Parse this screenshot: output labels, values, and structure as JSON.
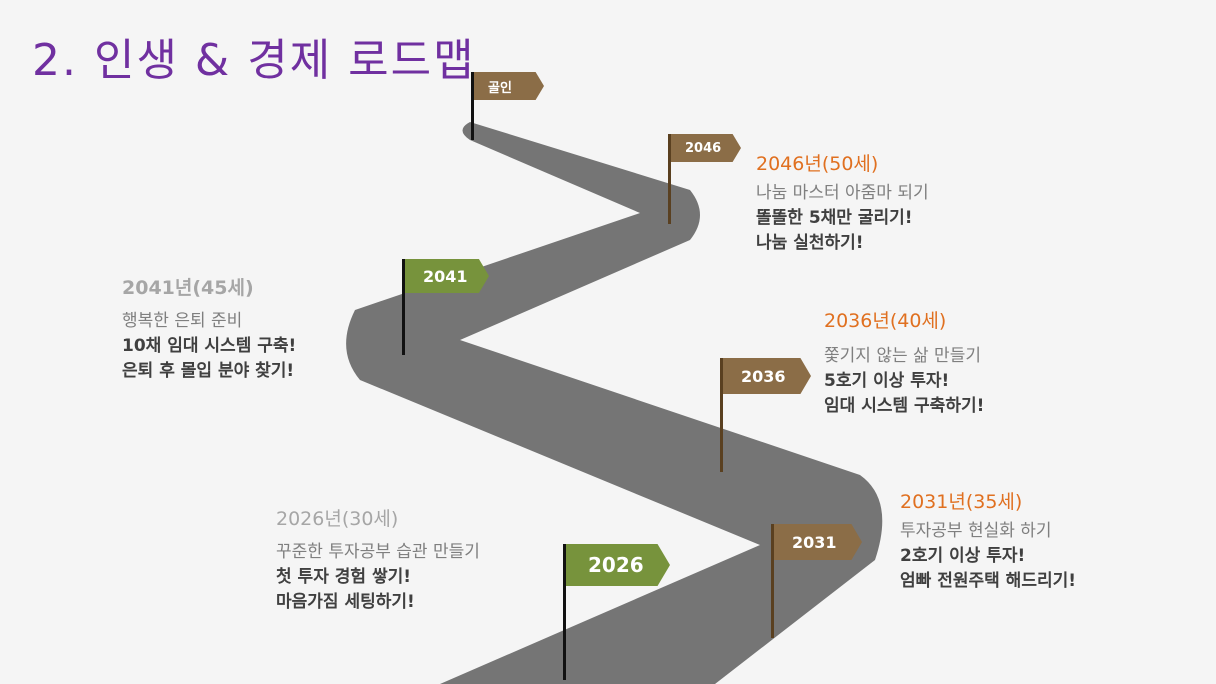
{
  "title": "2. 인생 & 경제 로드맵",
  "colors": {
    "title": "#7030a0",
    "orange": "#e07020",
    "road": "#757575",
    "brown": "#8b6d47",
    "green": "#77933c"
  },
  "flags": [
    {
      "label": "골인"
    },
    {
      "label": "2046"
    },
    {
      "label": "2041"
    },
    {
      "label": "2036"
    },
    {
      "label": "2031"
    },
    {
      "label": "2026"
    }
  ],
  "milestones": [
    {
      "year": "2046년(50세)",
      "lines": [
        "나눔 마스터 아줌마 되기",
        "똘똘한 5채만 굴리기!",
        "나눔 실천하기!"
      ]
    },
    {
      "year": "2041년(45세)",
      "lines": [
        "행복한 은퇴 준비",
        "10채 임대 시스템 구축!",
        "은퇴 후 몰입 분야 찾기!"
      ]
    },
    {
      "year": "2036년(40세)",
      "lines": [
        "쫓기지 않는 삶 만들기",
        "5호기 이상 투자!",
        "임대 시스템 구축하기!"
      ]
    },
    {
      "year": "2031년(35세)",
      "lines": [
        "투자공부 현실화 하기",
        "2호기 이상 투자!",
        "엄빠 전원주택 해드리기!"
      ]
    },
    {
      "year": "2026년(30세)",
      "lines": [
        "꾸준한 투자공부 습관 만들기",
        "첫 투자 경험 쌓기!",
        "마음가짐 세팅하기!"
      ]
    }
  ]
}
